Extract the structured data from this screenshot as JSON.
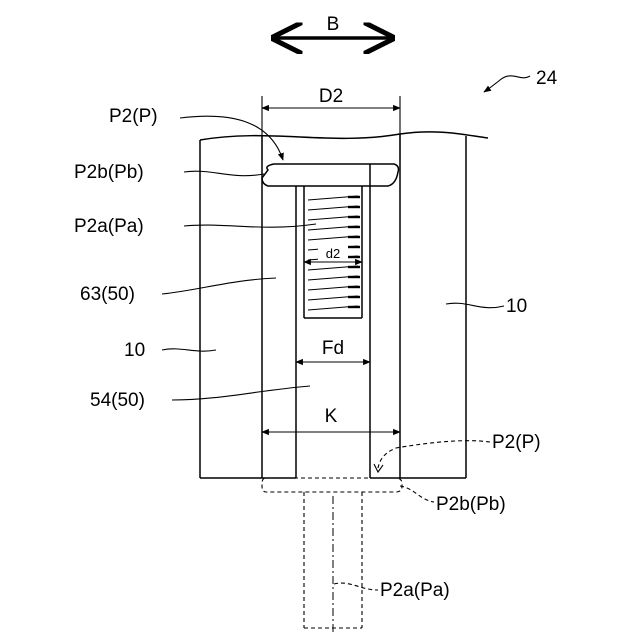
{
  "figure": {
    "figure_number": "24",
    "labels": {
      "direction": "B",
      "head_width": "D2",
      "pin_top": "P2(P)",
      "head_top": "P2b(Pb)",
      "shank_top": "P2a(Pa)",
      "thread_dia": "d2",
      "layer_upper": "63(50)",
      "base_left": "10",
      "base_right": "10",
      "hole_width": "Fd",
      "layer_lower": "54(50)",
      "opening_width": "K",
      "pin_bottom": "P2(P)",
      "head_bottom": "P2b(Pb)",
      "shank_bottom": "P2a(Pa)"
    }
  }
}
